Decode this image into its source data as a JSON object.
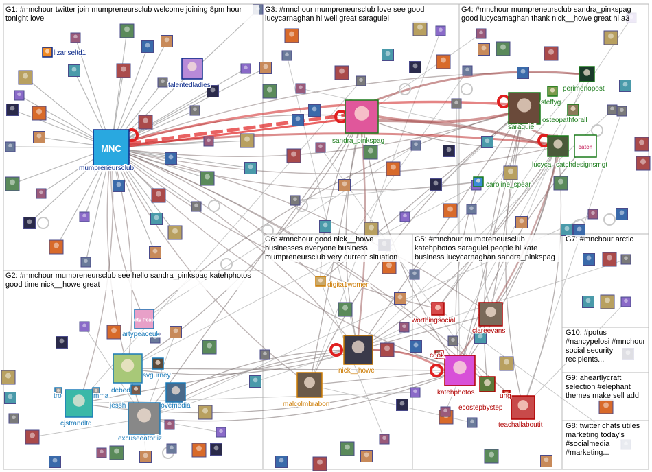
{
  "groups": [
    {
      "id": "G1",
      "label": "G1: #mnchour twitter join mumpreneursclub welcome joining 8pm hour tonight love"
    },
    {
      "id": "G2",
      "label": "G2: #mnchour mumpreneursclub see hello sandra_pinkspag katehphotos good time nick__howe great"
    },
    {
      "id": "G3",
      "label": "G3: #mnchour mumpreneursclub love see good lucycarnaghan hi well great saraguiel"
    },
    {
      "id": "G4",
      "label": "G4: #mnchour mumpreneursclub sandra_pinkspag good lucycarnaghan thank nick__howe great hi a3"
    },
    {
      "id": "G5",
      "label": "G5: #mnchour mumpreneursclub katehphotos saraguiel people hi kate business lucycarnaghan sandra_pinkspag"
    },
    {
      "id": "G6",
      "label": "G6: #mnchour good nick__howe businesses everyone business mumpreneursclub very current situation"
    },
    {
      "id": "G7",
      "label": "G7: #mnchour arctic"
    },
    {
      "id": "G8",
      "label": "G8: twitter chats utiles marketing today's #socialmedia #marketing..."
    },
    {
      "id": "G9",
      "label": "G9: aheartlycraft selection #elephant themes make sell add"
    },
    {
      "id": "G10",
      "label": "G10: #potus #nancypelosi #mnchour social security recipients..."
    }
  ],
  "nodes": [
    {
      "id": "mumpreneursclub",
      "label": "mumpreneursclub",
      "color": "#0b2a8a",
      "avatar": "#29a8e0",
      "avatar_text": "MNC"
    },
    {
      "id": "lizariseltd1",
      "label": "lizariseltd1",
      "color": "#0b2a8a",
      "avatar": "#f08a24"
    },
    {
      "id": "talentedladies",
      "label": "talentedladies",
      "color": "#0b2a8a",
      "avatar": "#b88ad8"
    },
    {
      "id": "sandra_pinkspag",
      "label": "sandra_pinkspag",
      "color": "#1a7a1a",
      "avatar": "#e0579b"
    },
    {
      "id": "saraguiel",
      "label": "saraguiel",
      "color": "#1a7a1a",
      "avatar": "#6a4a3a"
    },
    {
      "id": "perimenopost",
      "label": "perimenopost",
      "color": "#1a7a1a",
      "avatar": "#1a3a2a"
    },
    {
      "id": "steffyg",
      "label": "steffyg",
      "color": "#1a7a1a",
      "avatar": "#7a9a4a"
    },
    {
      "id": "osteopathforall",
      "label": "osteopathforall",
      "color": "#1a7a1a",
      "avatar": "#8a7a5a"
    },
    {
      "id": "lucyca",
      "label": "lucyca",
      "color": "#1a7a1a",
      "avatar": "#4a5a3a"
    },
    {
      "id": "catchdesignsmgt",
      "label": "catchdesignsmgt",
      "color": "#1a7a1a",
      "avatar": "#ffffff",
      "avatar_text": "catch"
    },
    {
      "id": "caroline_spear",
      "label": "caroline_spear",
      "color": "#1a7a1a",
      "avatar": "#3a8ad8"
    },
    {
      "id": "digita1women",
      "label": "digita1women",
      "color": "#cc7a00",
      "avatar": "#c8a86a"
    },
    {
      "id": "nick__howe",
      "label": "nick__howe",
      "color": "#cc7a00",
      "avatar": "#3a3a4a"
    },
    {
      "id": "malcolmbrabon",
      "label": "malcolmbrabon",
      "color": "#cc7a00",
      "avatar": "#6a5a4a"
    },
    {
      "id": "worthingsocial",
      "label": "worthingsocial",
      "color": "#b00000",
      "avatar": "#d84a4a"
    },
    {
      "id": "clareevans",
      "label": "clareevans",
      "color": "#b00000",
      "avatar": "#7a6a5a"
    },
    {
      "id": "katehphotos",
      "label": "katehphotos",
      "color": "#b00000",
      "avatar": "#d850d8"
    },
    {
      "id": "ecostepbystep",
      "label": "ecostepbystep",
      "color": "#b00000",
      "avatar": "#5a7a3a"
    },
    {
      "id": "teachallaboutit",
      "label": "teachallaboutit",
      "color": "#b00000",
      "avatar": "#c84a4a"
    },
    {
      "id": "cook",
      "label": "cook",
      "color": "#b00000",
      "avatar": "#9a6a5a"
    },
    {
      "id": "ung",
      "label": "ung",
      "color": "#b00000",
      "avatar": "#cf4a3a"
    },
    {
      "id": "artypeaceuk",
      "label": "artypeaceuk",
      "color": "#1a7ab8",
      "avatar": "#e8a0c8",
      "avatar_text": "Arty Peace"
    },
    {
      "id": "svgurney",
      "label": "svgurney",
      "color": "#1a7ab8",
      "avatar": "#5a4a3a"
    },
    {
      "id": "debeditor",
      "label": "debeditor",
      "color": "#1a7ab8",
      "avatar": "#a8c878"
    },
    {
      "id": "jessh",
      "label": "jessh",
      "color": "#1a7ab8",
      "avatar": "#7a5a4a"
    },
    {
      "id": "jovemedia",
      "label": "jovemedia",
      "color": "#1a7ab8",
      "avatar": "#4a6a8a"
    },
    {
      "id": "cjstrandltd",
      "label": "cjstrandltd",
      "color": "#1a7ab8",
      "avatar": "#3ab8a8"
    },
    {
      "id": "excuseeatorliz",
      "label": "excuseeatorliz",
      "color": "#1a7ab8",
      "avatar": "#888888"
    },
    {
      "id": "tro",
      "label": "tro",
      "color": "#1a7ab8",
      "avatar": "#999999"
    },
    {
      "id": "mma",
      "label": "mma",
      "color": "#1a7ab8",
      "avatar": "#999999"
    }
  ],
  "icon_names": [
    "avatar-icon",
    "self-loop-icon",
    "arrowhead-icon"
  ]
}
